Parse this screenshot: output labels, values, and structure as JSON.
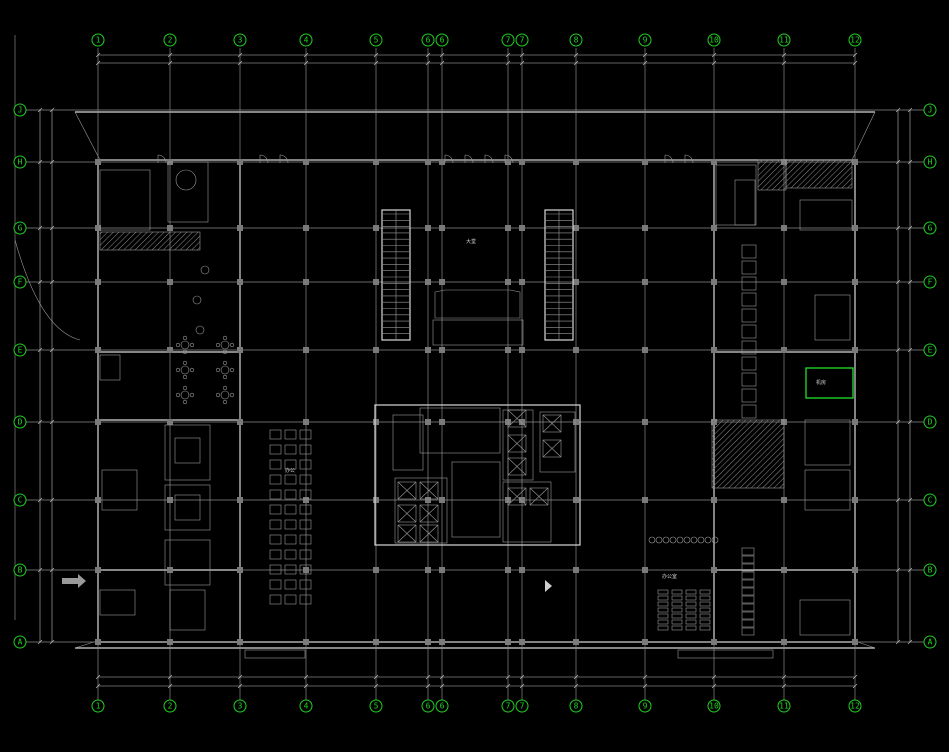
{
  "drawing": {
    "background": "#000000",
    "axis_color": "#1fd11f",
    "line_color": "#d8d8d8",
    "highlight_color": "#21e02a"
  },
  "axes": {
    "vertical": [
      "1",
      "2",
      "3",
      "4",
      "5",
      "6",
      "6",
      "7",
      "7",
      "8",
      "9",
      "10",
      "11",
      "12"
    ],
    "horizontal": [
      "A",
      "B",
      "C",
      "D",
      "E",
      "F",
      "G",
      "H",
      "J"
    ]
  },
  "labels": {
    "hall": "大堂",
    "north_office": "办公",
    "south_office": "办公室",
    "right_room": "机房"
  }
}
